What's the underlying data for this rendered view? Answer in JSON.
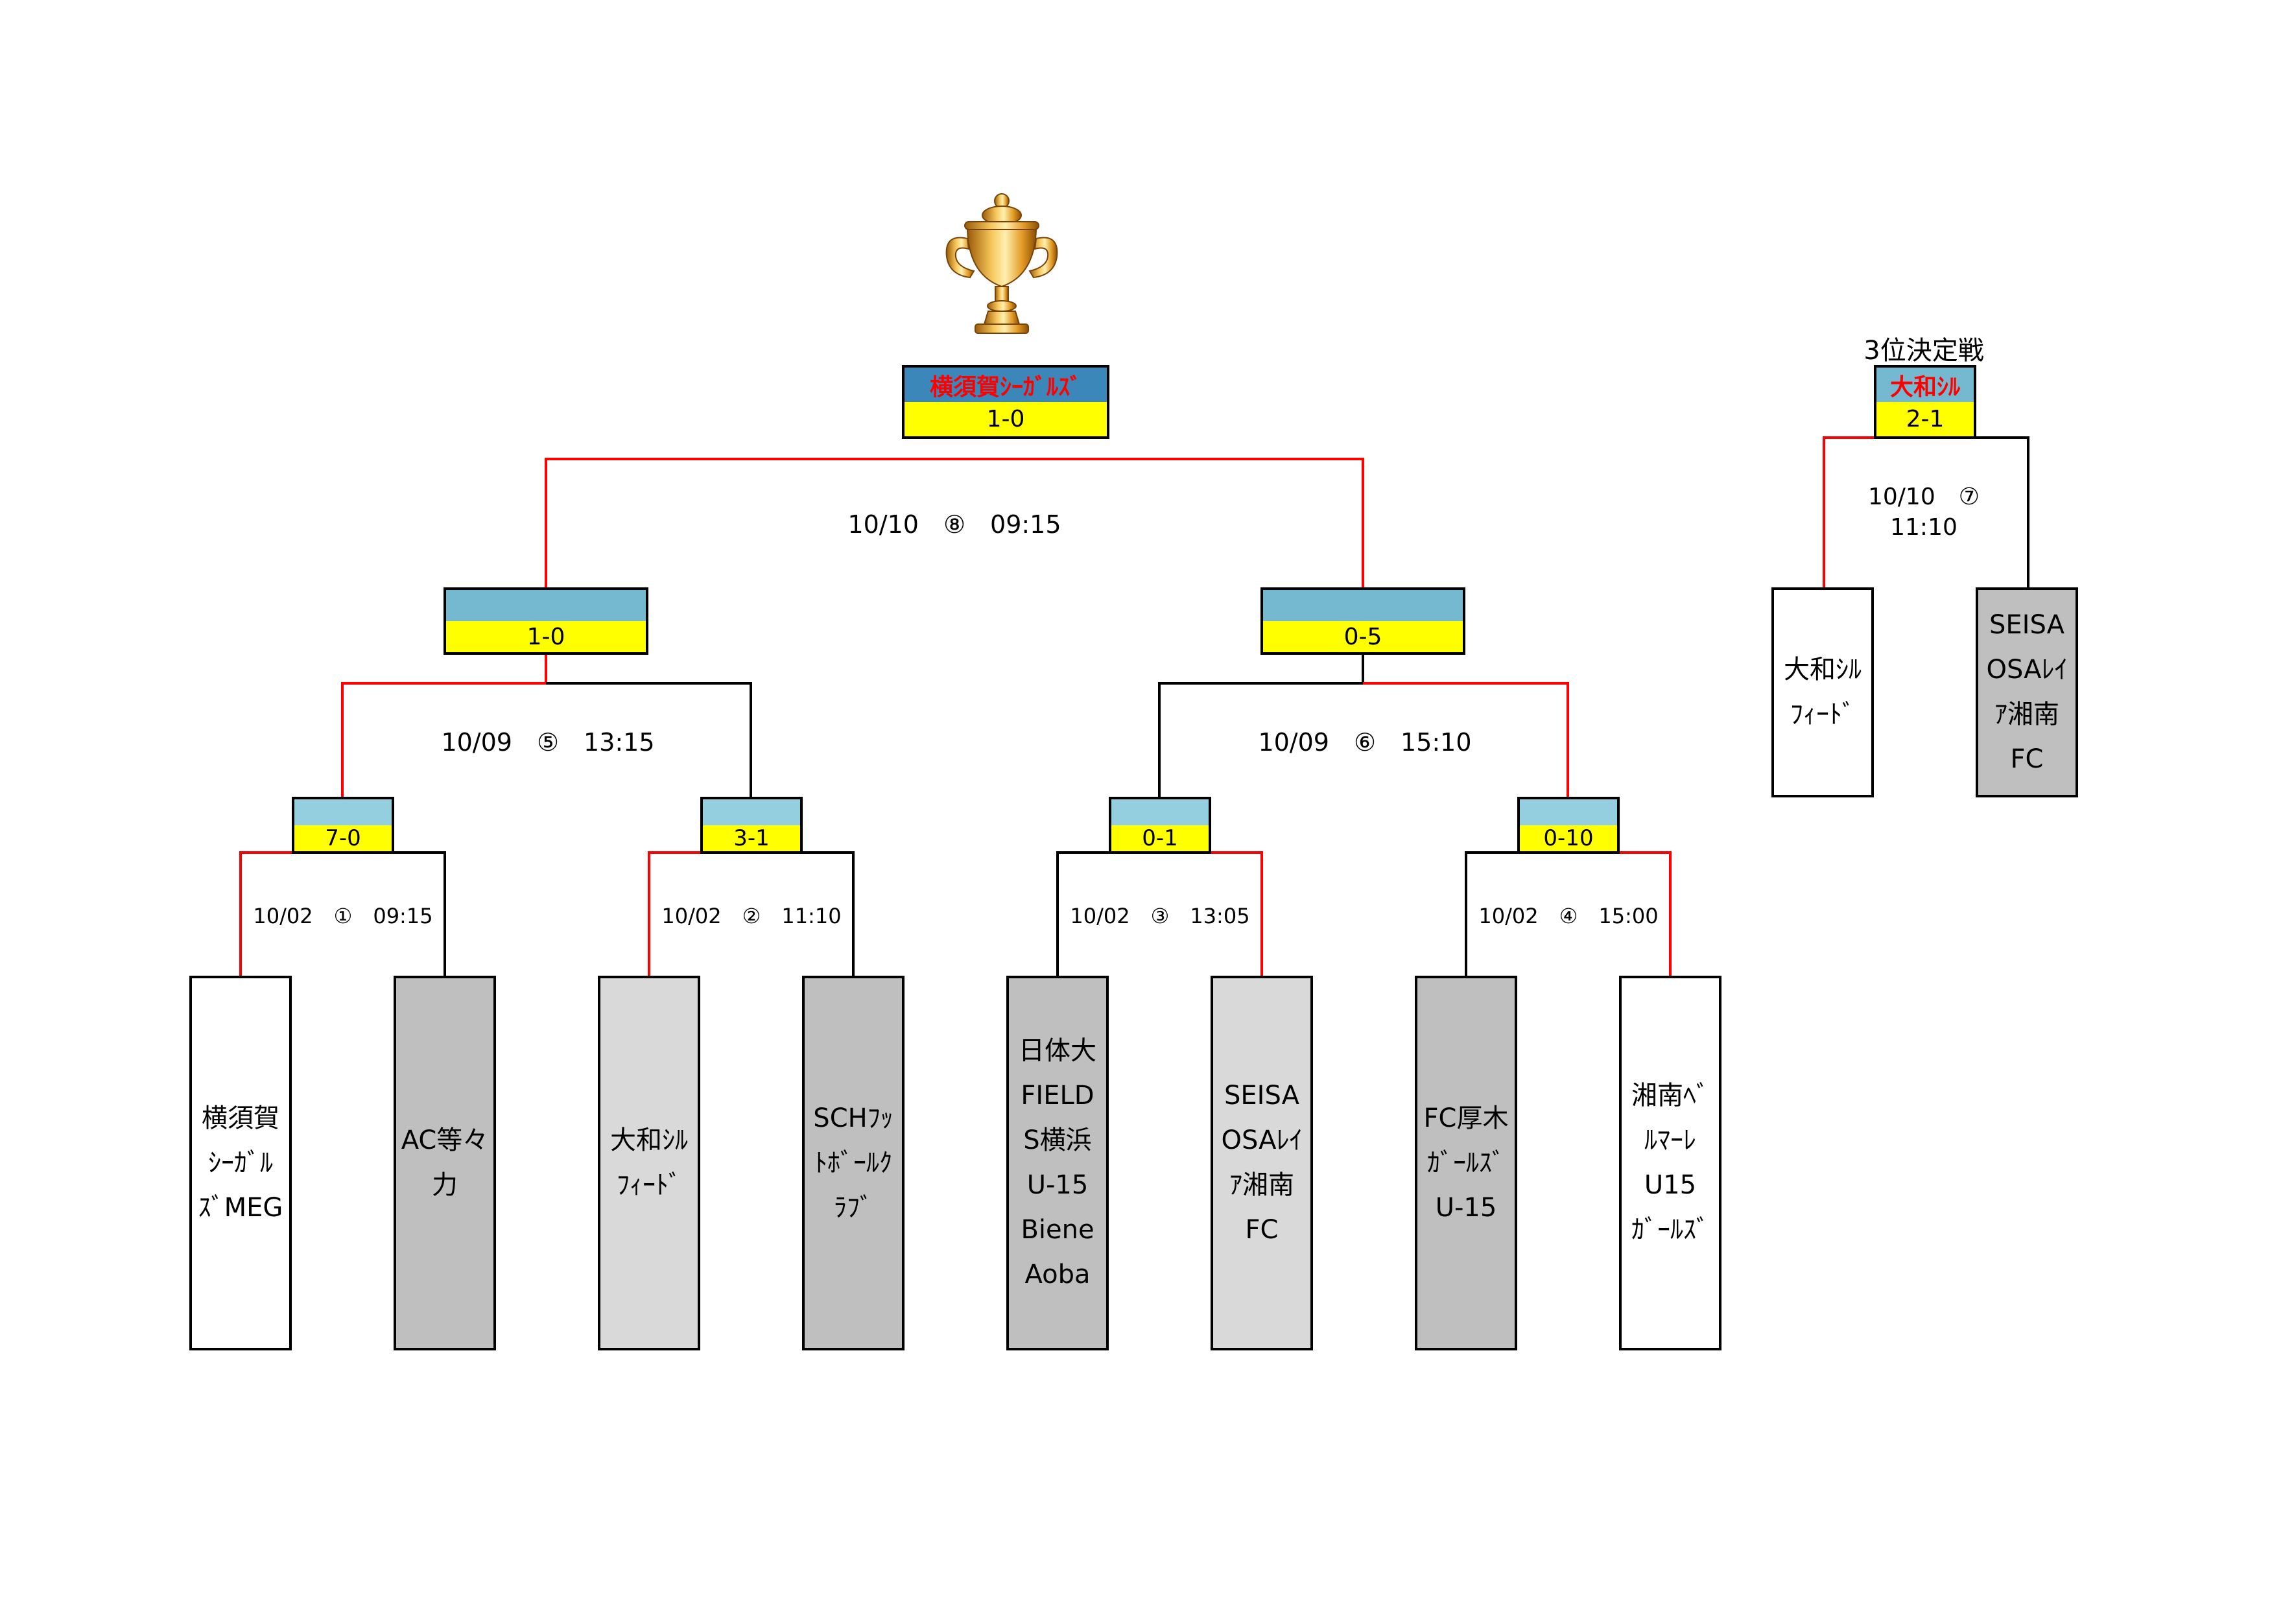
{
  "colors": {
    "winner_line": "#ff0000",
    "loser_line": "#000000",
    "score_top_blue": "#74b9d0",
    "score_top_light": "#93cfde",
    "score_top_final": "#3b87b9",
    "score_bottom": "#ffff00",
    "team_white": "#ffffff",
    "team_light_gray": "#d9d9d9",
    "team_gray": "#bfbfbf",
    "champion_text": "#ff0000"
  },
  "trophy": {
    "icon": "trophy-icon"
  },
  "final": {
    "winner": "横須賀ｼｰｶﾞﾙｽﾞ",
    "score": "1-0",
    "info": "10/10　⑧　09:15"
  },
  "semifinals": [
    {
      "score": "1-0",
      "info": "10/09　⑤　13:15"
    },
    {
      "score": "0-5",
      "info": "10/09　⑥　15:10"
    }
  ],
  "first_round": [
    {
      "score": "7-0",
      "info": "10/02　①　09:15"
    },
    {
      "score": "3-1",
      "info": "10/02　②　11:10"
    },
    {
      "score": "0-1",
      "info": "10/02　③　13:05"
    },
    {
      "score": "0-10",
      "info": "10/02　④　15:00"
    }
  ],
  "teams": [
    {
      "lines": [
        "横須賀",
        "ｼｰｶﾞﾙ",
        "ｽﾞMEG"
      ]
    },
    {
      "lines": [
        "AC等々",
        "力"
      ]
    },
    {
      "lines": [
        "大和ｼﾙ",
        "ﾌｨｰﾄﾞ"
      ]
    },
    {
      "lines": [
        "SCHﾌｯ",
        "ﾄﾎﾞｰﾙｸ",
        "ﾗﾌﾞ"
      ]
    },
    {
      "lines": [
        "日体大",
        "FIELD",
        "S横浜",
        "U-15",
        "Biene",
        "Aoba"
      ]
    },
    {
      "lines": [
        "SEISA",
        "OSAﾚｲ",
        "ｱ湘南",
        "FC"
      ]
    },
    {
      "lines": [
        "FC厚木",
        "ｶﾞｰﾙｽﾞ",
        "U-15"
      ]
    },
    {
      "lines": [
        "湘南ﾍﾞ",
        "ﾙﾏｰﾚ",
        "U15",
        "ｶﾞｰﾙｽﾞ"
      ]
    }
  ],
  "third_place": {
    "title": "3位決定戦",
    "winner": "大和ｼﾙ",
    "score": "2-1",
    "info_line1": "10/10　⑦",
    "info_line2": "11:10",
    "teams": [
      {
        "lines": [
          "大和ｼﾙ",
          "ﾌｨｰﾄﾞ"
        ]
      },
      {
        "lines": [
          "SEISA",
          "OSAﾚｲ",
          "ｱ湘南",
          "FC"
        ]
      }
    ]
  }
}
